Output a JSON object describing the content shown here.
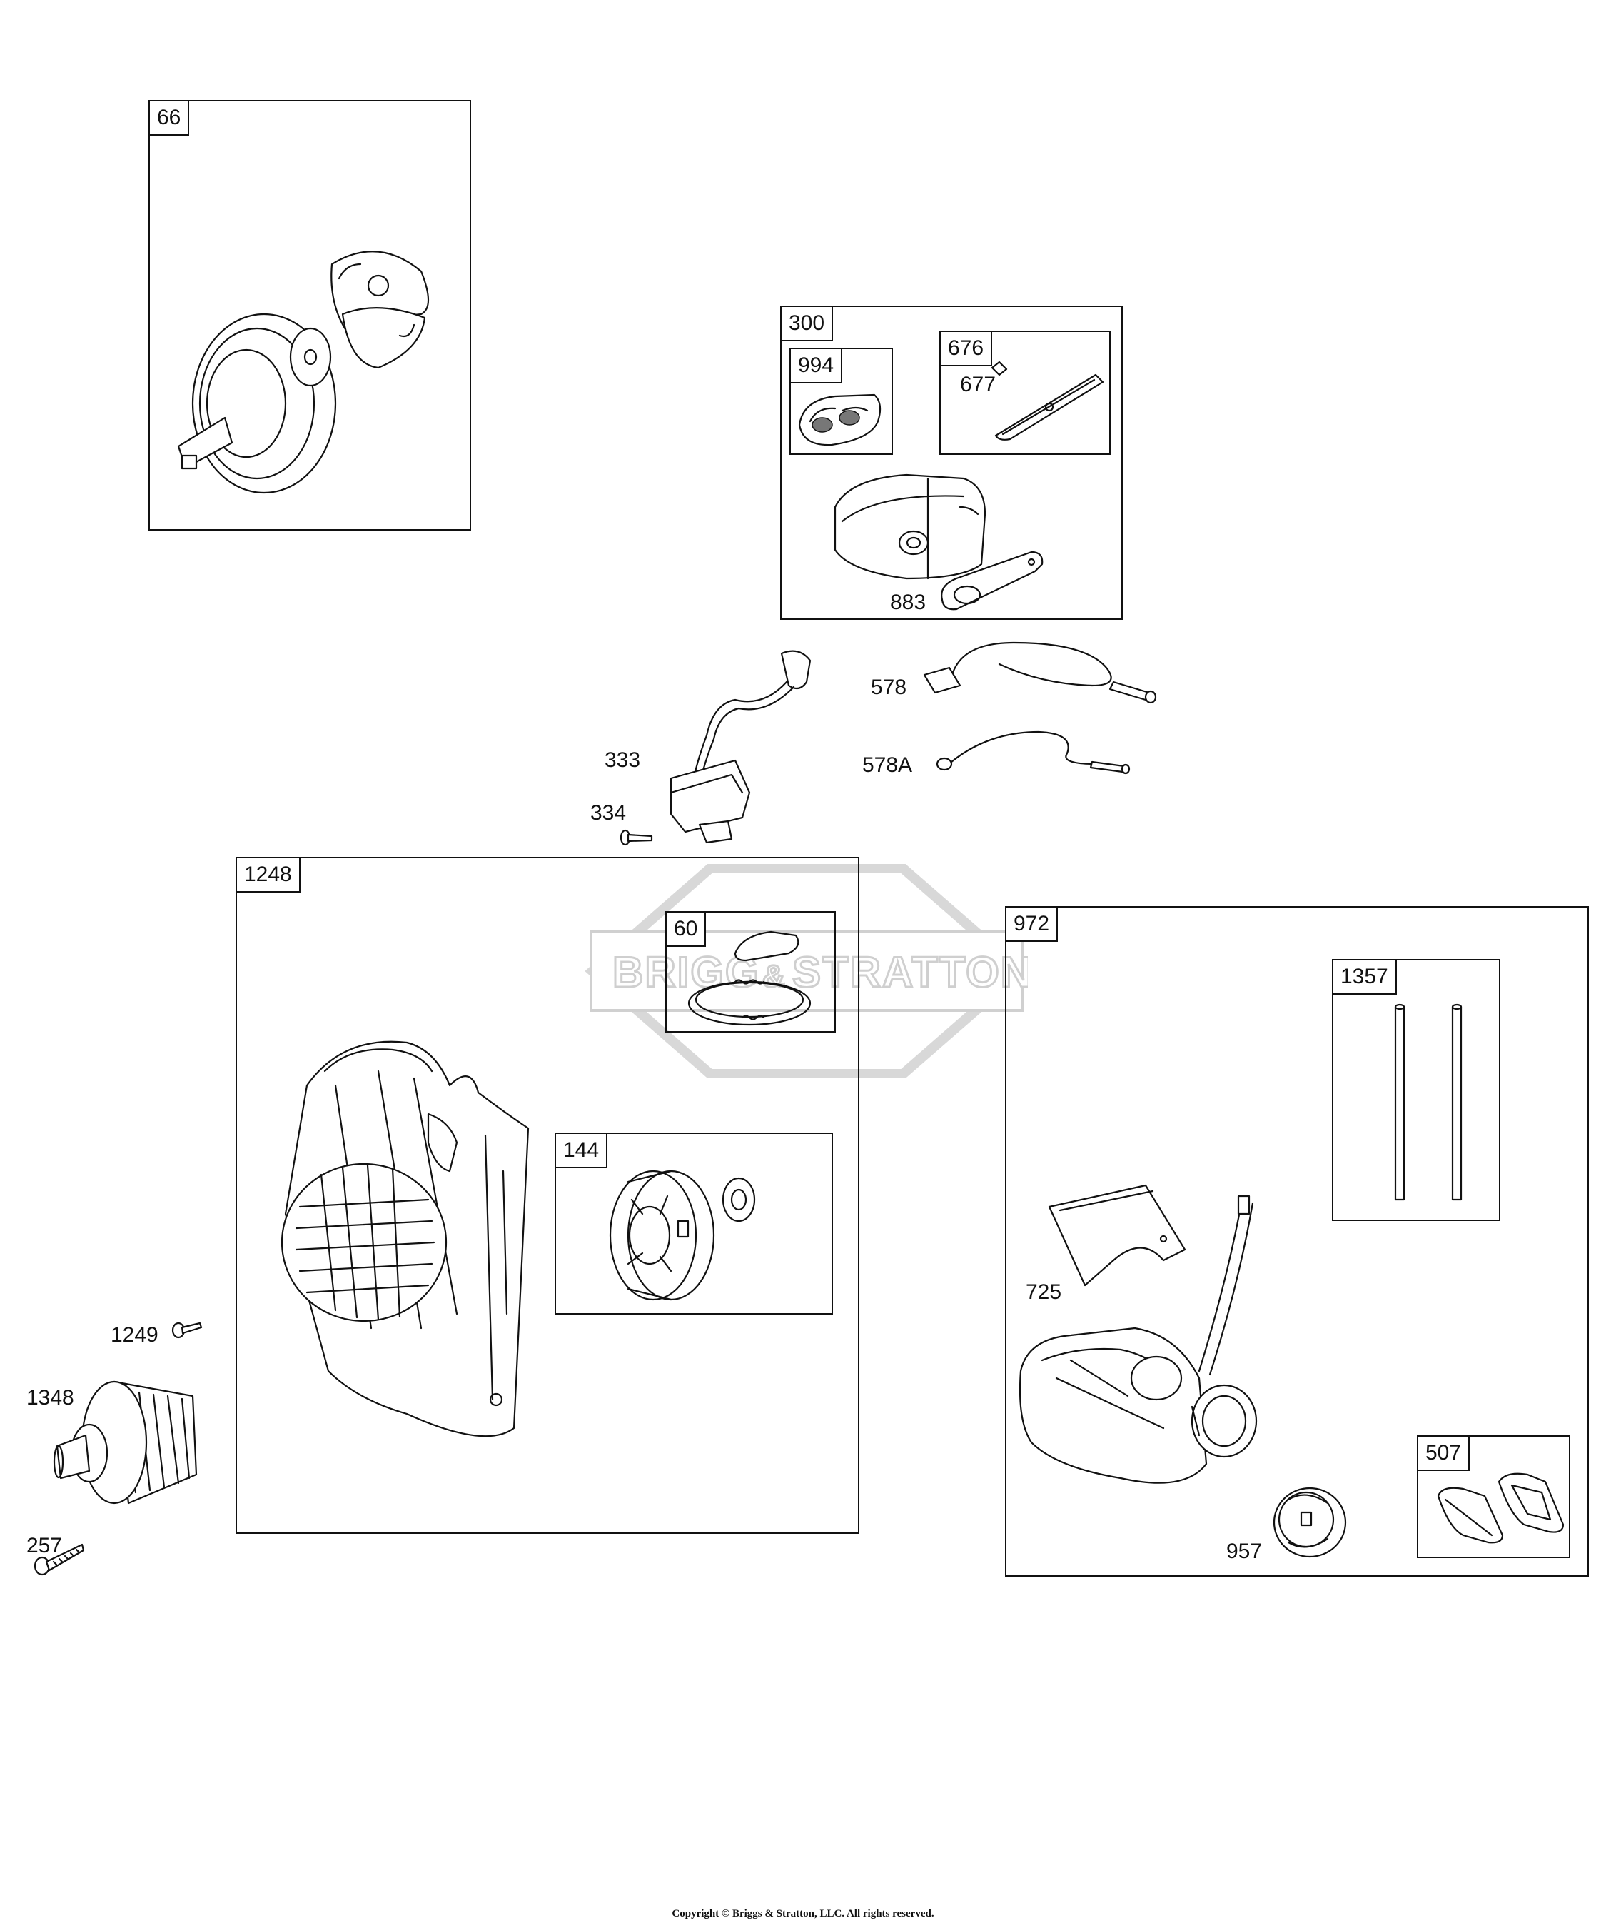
{
  "boxes": {
    "b66": "66",
    "b300": "300",
    "b994": "994",
    "b676": "676",
    "b1248": "1248",
    "b60": "60",
    "b144": "144",
    "b972": "972",
    "b1357": "1357",
    "b507": "507"
  },
  "callouts": {
    "c677": "677",
    "c883": "883",
    "c578": "578",
    "c578A": "578A",
    "c333": "333",
    "c334": "334",
    "c1249": "1249",
    "c1348": "1348",
    "c257": "257",
    "c725": "725",
    "c957": "957"
  },
  "watermark": {
    "left": "BRIGG",
    "amp": "&",
    "right": "STRATTON"
  },
  "copyright": "Copyright © Briggs & Stratton, LLC. All rights reserved."
}
